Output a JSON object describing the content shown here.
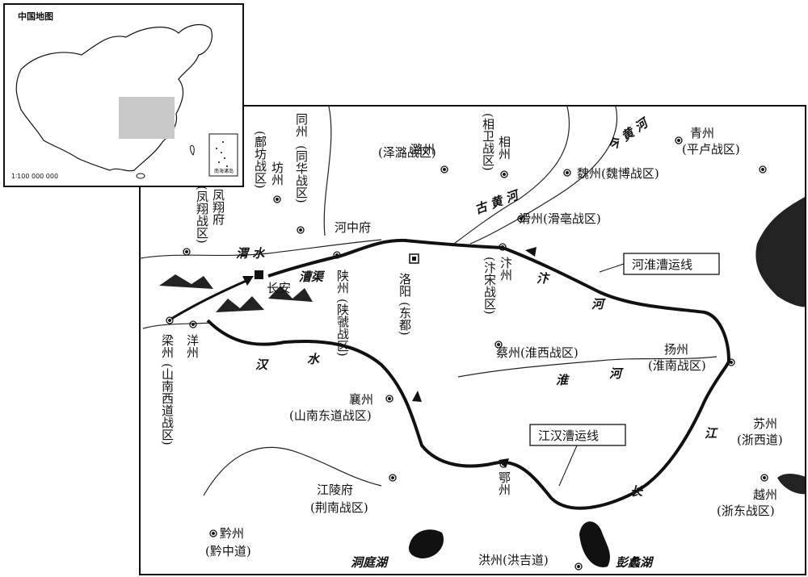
{
  "inset": {
    "title": "中国地图",
    "scale": "1∶100 000 000",
    "south_sea_label": "南海诸岛"
  },
  "routes": {
    "hehuai": "河淮漕运线",
    "jianghan": "江汉漕运线"
  },
  "rivers": {
    "wei": "渭 水",
    "caoqu": "漕渠",
    "gu_huanghe": "古 黄 河",
    "jin_huanghe": "今 黄 河",
    "bian": "汴",
    "bian_he": "河",
    "han": "汉",
    "han_shui": "水",
    "huai": "淮",
    "huai_he": "河",
    "chang": "长",
    "jiang": "江"
  },
  "lakes": {
    "dongting": "洞庭湖",
    "poyang": "彭蠡湖"
  },
  "places": {
    "changan": "长安",
    "luoyang": "洛阳",
    "luoyang_note": "(东都)",
    "hezhongfu": "河中府",
    "shanzhou": "陕州",
    "shanzhou_note": "(陕虢战区)",
    "bianzhou": "汴州",
    "bianzhou_note": "(汴宋战区)",
    "huazhou": "滑州(滑亳战区)",
    "weizhou": "魏州(魏博战区)",
    "qingzhou": "青州",
    "qingzhou_note": "(平卢战区)",
    "luzhou": "潞州",
    "luzhou_note": "(泽潞战区)",
    "xiangzhou": "相州",
    "xiangzhou_note": "(相卫战区)",
    "tongzhou": "同州",
    "tongzhou_note": "(同华战区)",
    "fangzhou": "坊州",
    "fangzhou_note": "(鄜坊战区)",
    "fengxiangfu": "凤翔府",
    "fengxiangfu_note": "(凤翔战区)",
    "liangzhou": "梁州",
    "liangzhou_note": "(山南西道战区)",
    "yangzhou_w": "洋州",
    "caizhou": "蔡州(淮西战区)",
    "yangzhou": "扬州",
    "yangzhou_note": "(淮南战区)",
    "xiangzhou_s": "襄州",
    "xiangzhou_s_note": "(山南东道战区)",
    "suzhou": "苏州",
    "suzhou_note": "(浙西道)",
    "yuezhou": "越州",
    "yuezhou_note": "(浙东战区)",
    "jianglingfu": "江陵府",
    "jianglingfu_note": "(荆南战区)",
    "ezhou": "鄂州",
    "qianzhou": "黔州",
    "qianzhou_note": "(黔中道)",
    "hongzhou": "洪州(洪吉道)"
  }
}
